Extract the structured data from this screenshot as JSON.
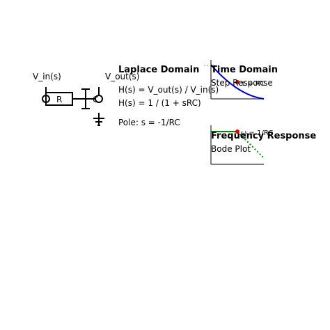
{
  "circuit": {
    "input_label": "V_in(s)",
    "output_label": "V_out(s)",
    "resistor_label": "R",
    "capacitor_label": "C"
  },
  "laplace": {
    "title": "Laplace Domain",
    "eq1": "H(s) = V_out(s) / V_in(s)",
    "eq2": "H(s) = 1 / (1 + sRC)",
    "pole": "Pole: s = -1/RC"
  },
  "time_domain": {
    "title": "Time Domain",
    "subtitle": "Step Response",
    "marker_label": "τ = RC",
    "curve_color": "#0000cc",
    "marker_color": "#dd0000"
  },
  "frequency_domain": {
    "title": "Frequency Response",
    "subtitle": "Bode Plot",
    "marker_label": "ω = 1/RC",
    "flat_color": "#008800",
    "rolloff_color": "#008800",
    "marker_color": "#dd0000"
  }
}
